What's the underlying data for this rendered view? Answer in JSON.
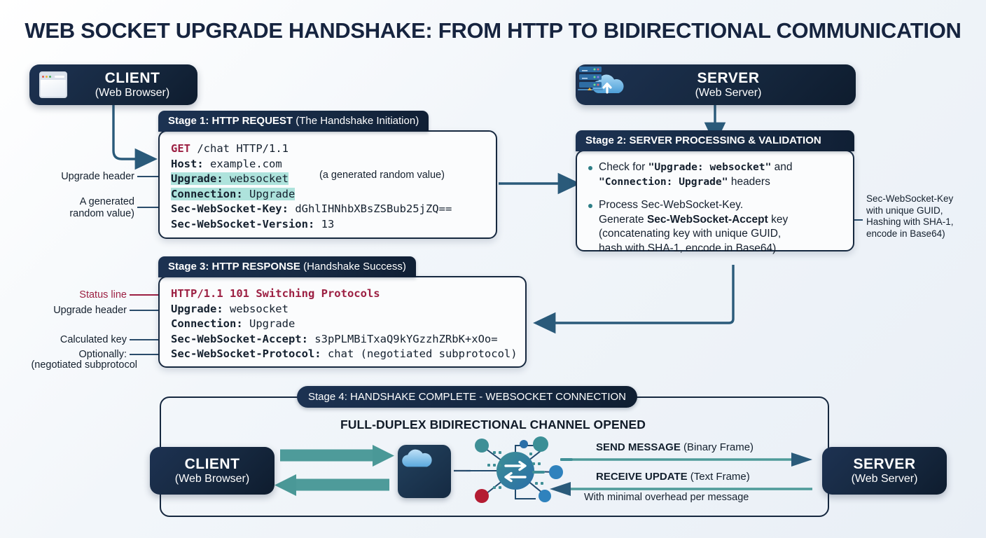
{
  "title": "WEB SOCKET UPGRADE HANDSHAKE: FROM HTTP TO BIDIRECTIONAL COMMUNICATION",
  "colors": {
    "dark_navy": "#16283f",
    "accent_teal": "#3f8f93",
    "arrow_blue": "#2a5a7a",
    "crimson": "#9c1f42",
    "highlight_mint": "#aee3dc",
    "background": "#eef3f8"
  },
  "client": {
    "name": "CLIENT",
    "sub": "(Web Browser)",
    "icon": "browser-window-icon"
  },
  "server": {
    "name": "SERVER",
    "sub": "(Web Server)",
    "icon_cloud": "cloud-upload-icon",
    "icon_rack": "server-rack-icon"
  },
  "stage1": {
    "head_bold": "Stage 1: HTTP REQUEST",
    "head_light": "(The Handshake Initiation)",
    "lines": [
      {
        "verb": "GET",
        "rest": " /chat HTTP/1.1"
      },
      {
        "hdr": "Host:",
        "val": " example.com"
      },
      {
        "hdr": "Upgrade:",
        "val": " websocket",
        "highlight": true
      },
      {
        "hdr": "Connection:",
        "val": " Upgrade",
        "highlight": true
      },
      {
        "hdr": "Sec-WebSocket-Key:",
        "val": " dGhlIHNhbXBsZSBub25jZQ=="
      },
      {
        "hdr": "Sec-WebSocket-Version:",
        "val": " 13"
      }
    ],
    "inline_note": "(a generated random value)",
    "annotations": [
      {
        "text": "Upgrade header"
      },
      {
        "line1": "A generated",
        "line2": "random value)"
      }
    ]
  },
  "stage2": {
    "head_bold": "Stage 2: SERVER PROCESSING & VALIDATION",
    "bullets": [
      {
        "parts": [
          {
            "t": "Check for ",
            "style": "plain"
          },
          {
            "t": "\"Upgrade: websocket\"",
            "style": "mono-bold"
          },
          {
            "t": " and",
            "style": "plain"
          }
        ],
        "line2": [
          {
            "t": "\"Connection: Upgrade\"",
            "style": "mono-bold"
          },
          {
            "t": " headers",
            "style": "plain"
          }
        ]
      },
      {
        "l1": "Process Sec-WebSocket-Key.",
        "l2_a": "Generate ",
        "l2_b": "Sec-WebSocket-Accept",
        "l2_c": " key",
        "l3": "(concatenating key with unique GUID,",
        "l4": "hash with SHA-1, encode in Base64)"
      }
    ],
    "side_note": [
      "Sec-WebSocket-Key",
      "with unique GUID,",
      "Hashing with SHA-1,",
      "encode in Base64)"
    ]
  },
  "stage3": {
    "head_bold": "Stage 3: HTTP RESPONSE",
    "head_light": "(Handshake Success)",
    "status_line": "HTTP/1.1 101 Switching Protocols",
    "lines": [
      {
        "hdr": "Upgrade:",
        "val": " websocket"
      },
      {
        "hdr": "Connection:",
        "val": " Upgrade"
      },
      {
        "hdr": "Sec-WebSocket-Accept:",
        "val": " s3pPLMBiTxaQ9kYGzzhZRbK+xOo="
      },
      {
        "hdr": "Sec-WebSocket-Protocol:",
        "val": " chat (negotiated subprotocol)"
      }
    ],
    "annotations": [
      {
        "text": "Status line",
        "red": true
      },
      {
        "text": "Upgrade header"
      },
      {
        "text": "Calculated key"
      },
      {
        "text": "Optionally:"
      },
      {
        "text": "(negotiated subprotocol"
      }
    ]
  },
  "stage4": {
    "badge": "Stage 4: HANDSHAKE COMPLETE - WEBSOCKET CONNECTION",
    "subtitle": "FULL-DUPLEX BIDIRECTIONAL CHANNEL OPENED",
    "client": {
      "name": "CLIENT",
      "sub": "(Web Browser)"
    },
    "server": {
      "name": "SERVER",
      "sub": "(Web Server)"
    },
    "cloud_icon": "cloud-icon",
    "hub_icon": "bidirectional-network-hub-icon",
    "send": {
      "bold": "SEND MESSAGE",
      "light": "(Binary Frame)"
    },
    "receive": {
      "bold": "RECEIVE UPDATE",
      "light": "(Text Frame)"
    },
    "note": "With minimal overhead per message"
  }
}
